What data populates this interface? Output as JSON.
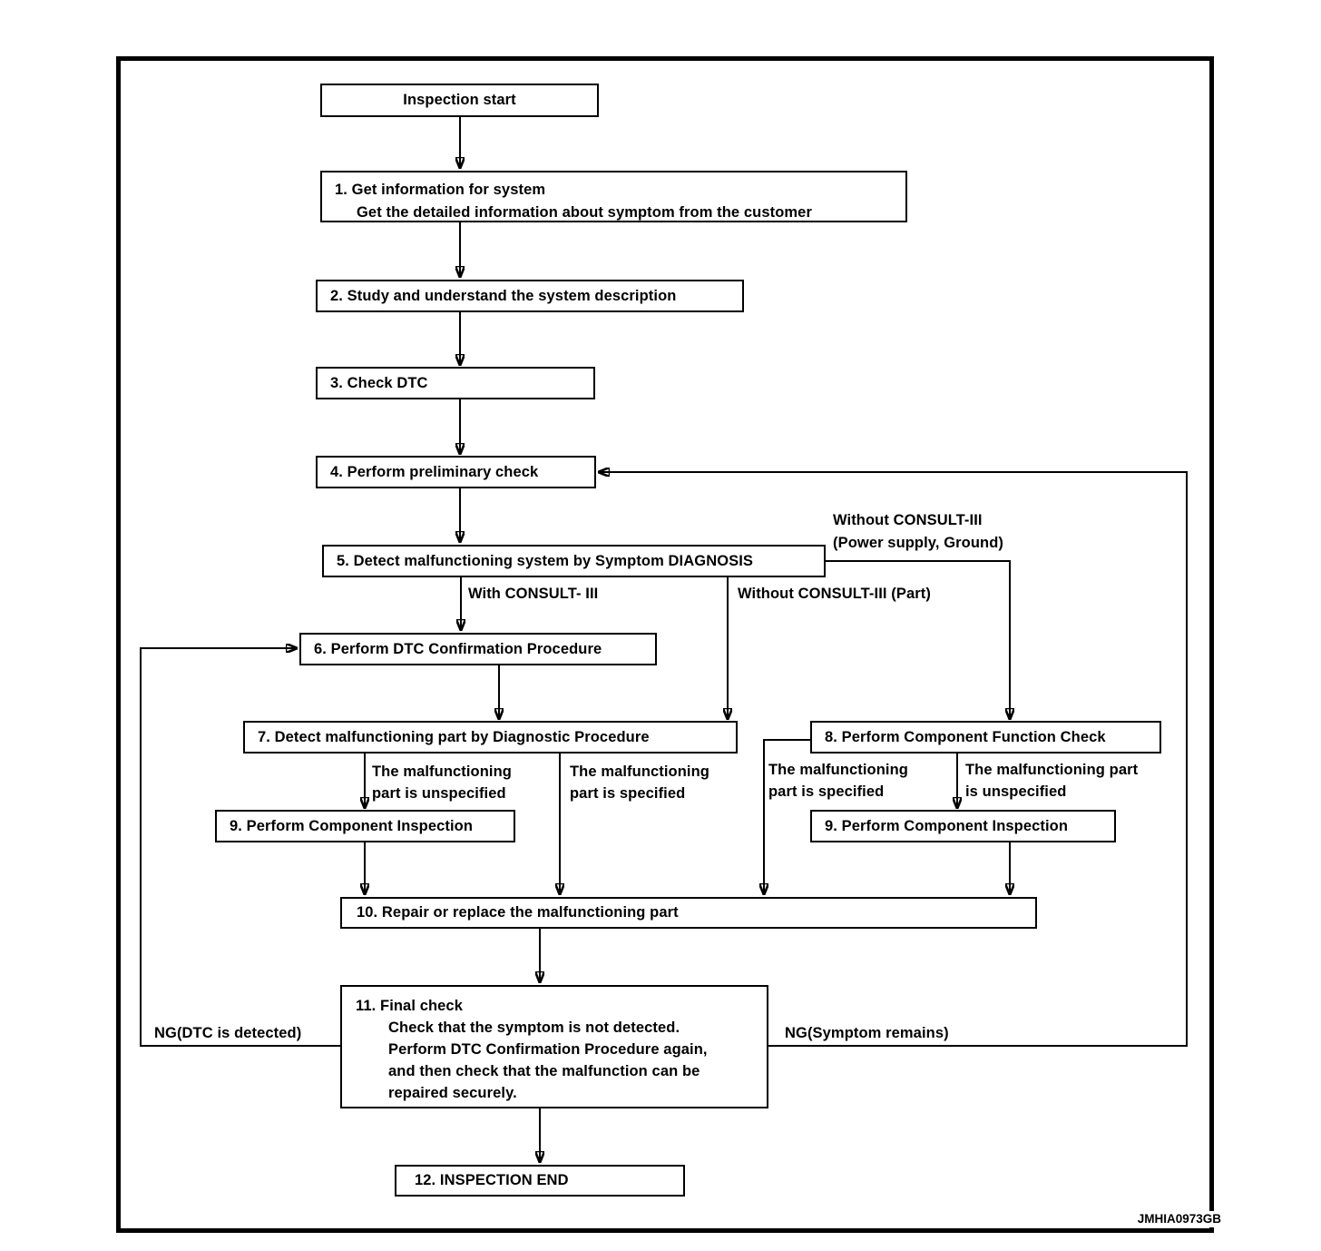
{
  "diagram": {
    "nodes": {
      "start": {
        "label": "Inspection start"
      },
      "step1": {
        "line1": "1. Get information for system",
        "line2": "Get the detailed information about symptom from the customer"
      },
      "step2": {
        "label": "2. Study and understand the system description"
      },
      "step3": {
        "label": "3. Check DTC"
      },
      "step4": {
        "label": "4. Perform preliminary check"
      },
      "step5": {
        "label": "5. Detect malfunctioning system by Symptom DIAGNOSIS"
      },
      "step6": {
        "label": "6. Perform DTC Confirmation Procedure"
      },
      "step7": {
        "label": "7. Detect malfunctioning part by Diagnostic Procedure"
      },
      "step8": {
        "label": "8. Perform Component Function Check"
      },
      "step9_left": {
        "label": "9. Perform Component Inspection"
      },
      "step9_right": {
        "label": "9. Perform Component Inspection"
      },
      "step10": {
        "label": "10. Repair or replace the malfunctioning part"
      },
      "step11": {
        "line1": "11. Final check",
        "line2": "Check that the symptom is not detected.",
        "line3": "Perform DTC Confirmation Procedure again,",
        "line4": "and then check that the malfunction can be",
        "line5": "repaired securely."
      },
      "step12": {
        "label": "12. INSPECTION END"
      }
    },
    "edge_labels": {
      "with_consult": "With CONSULT- III",
      "without_consult_part": "Without CONSULT-III (Part)",
      "without_consult_power": {
        "line1": "Without CONSULT-III",
        "line2": "(Power supply, Ground)"
      },
      "left_unspecified": {
        "line1": "The malfunctioning",
        "line2": "part is unspecified"
      },
      "left_specified": {
        "line1": "The malfunctioning",
        "line2": "part is specified"
      },
      "right_specified": {
        "line1": "The malfunctioning",
        "line2": "part is specified"
      },
      "right_unspecified": {
        "line1": "The malfunctioning part",
        "line2": "is unspecified"
      },
      "ng_dtc": "NG(DTC is detected)",
      "ng_symptom": "NG(Symptom remains)"
    },
    "watermark": "JMHIA0973GB",
    "colors": {
      "ink": "#000000",
      "paper": "#ffffff"
    }
  }
}
